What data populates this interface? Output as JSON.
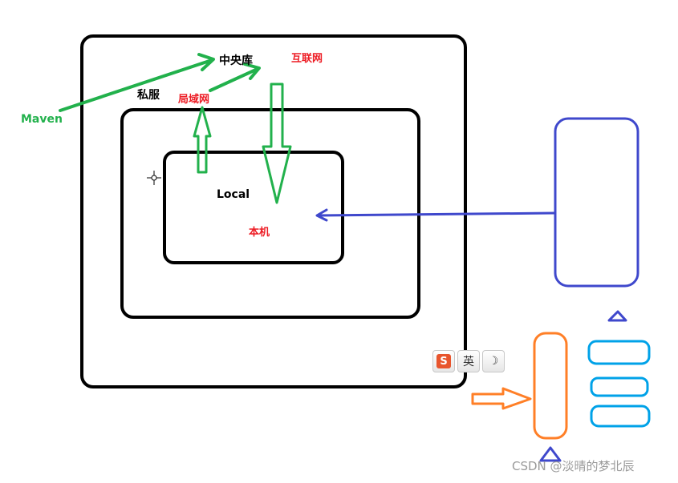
{
  "labels": {
    "maven": "Maven",
    "central": "中央库",
    "internet": "互联网",
    "private": "私服",
    "lan": "局域网",
    "local": "Local",
    "machine": "本机"
  },
  "ime": {
    "logo": "S",
    "language": "英",
    "mode_icon": "moon-icon"
  },
  "watermark": "CSDN @淡晴的梦北辰",
  "colors": {
    "green": "#22b14c",
    "red": "#ed1c24",
    "black": "#000000",
    "blue": "#3f48cc",
    "orange": "#ff7f27",
    "cyan": "#00a2e8"
  }
}
